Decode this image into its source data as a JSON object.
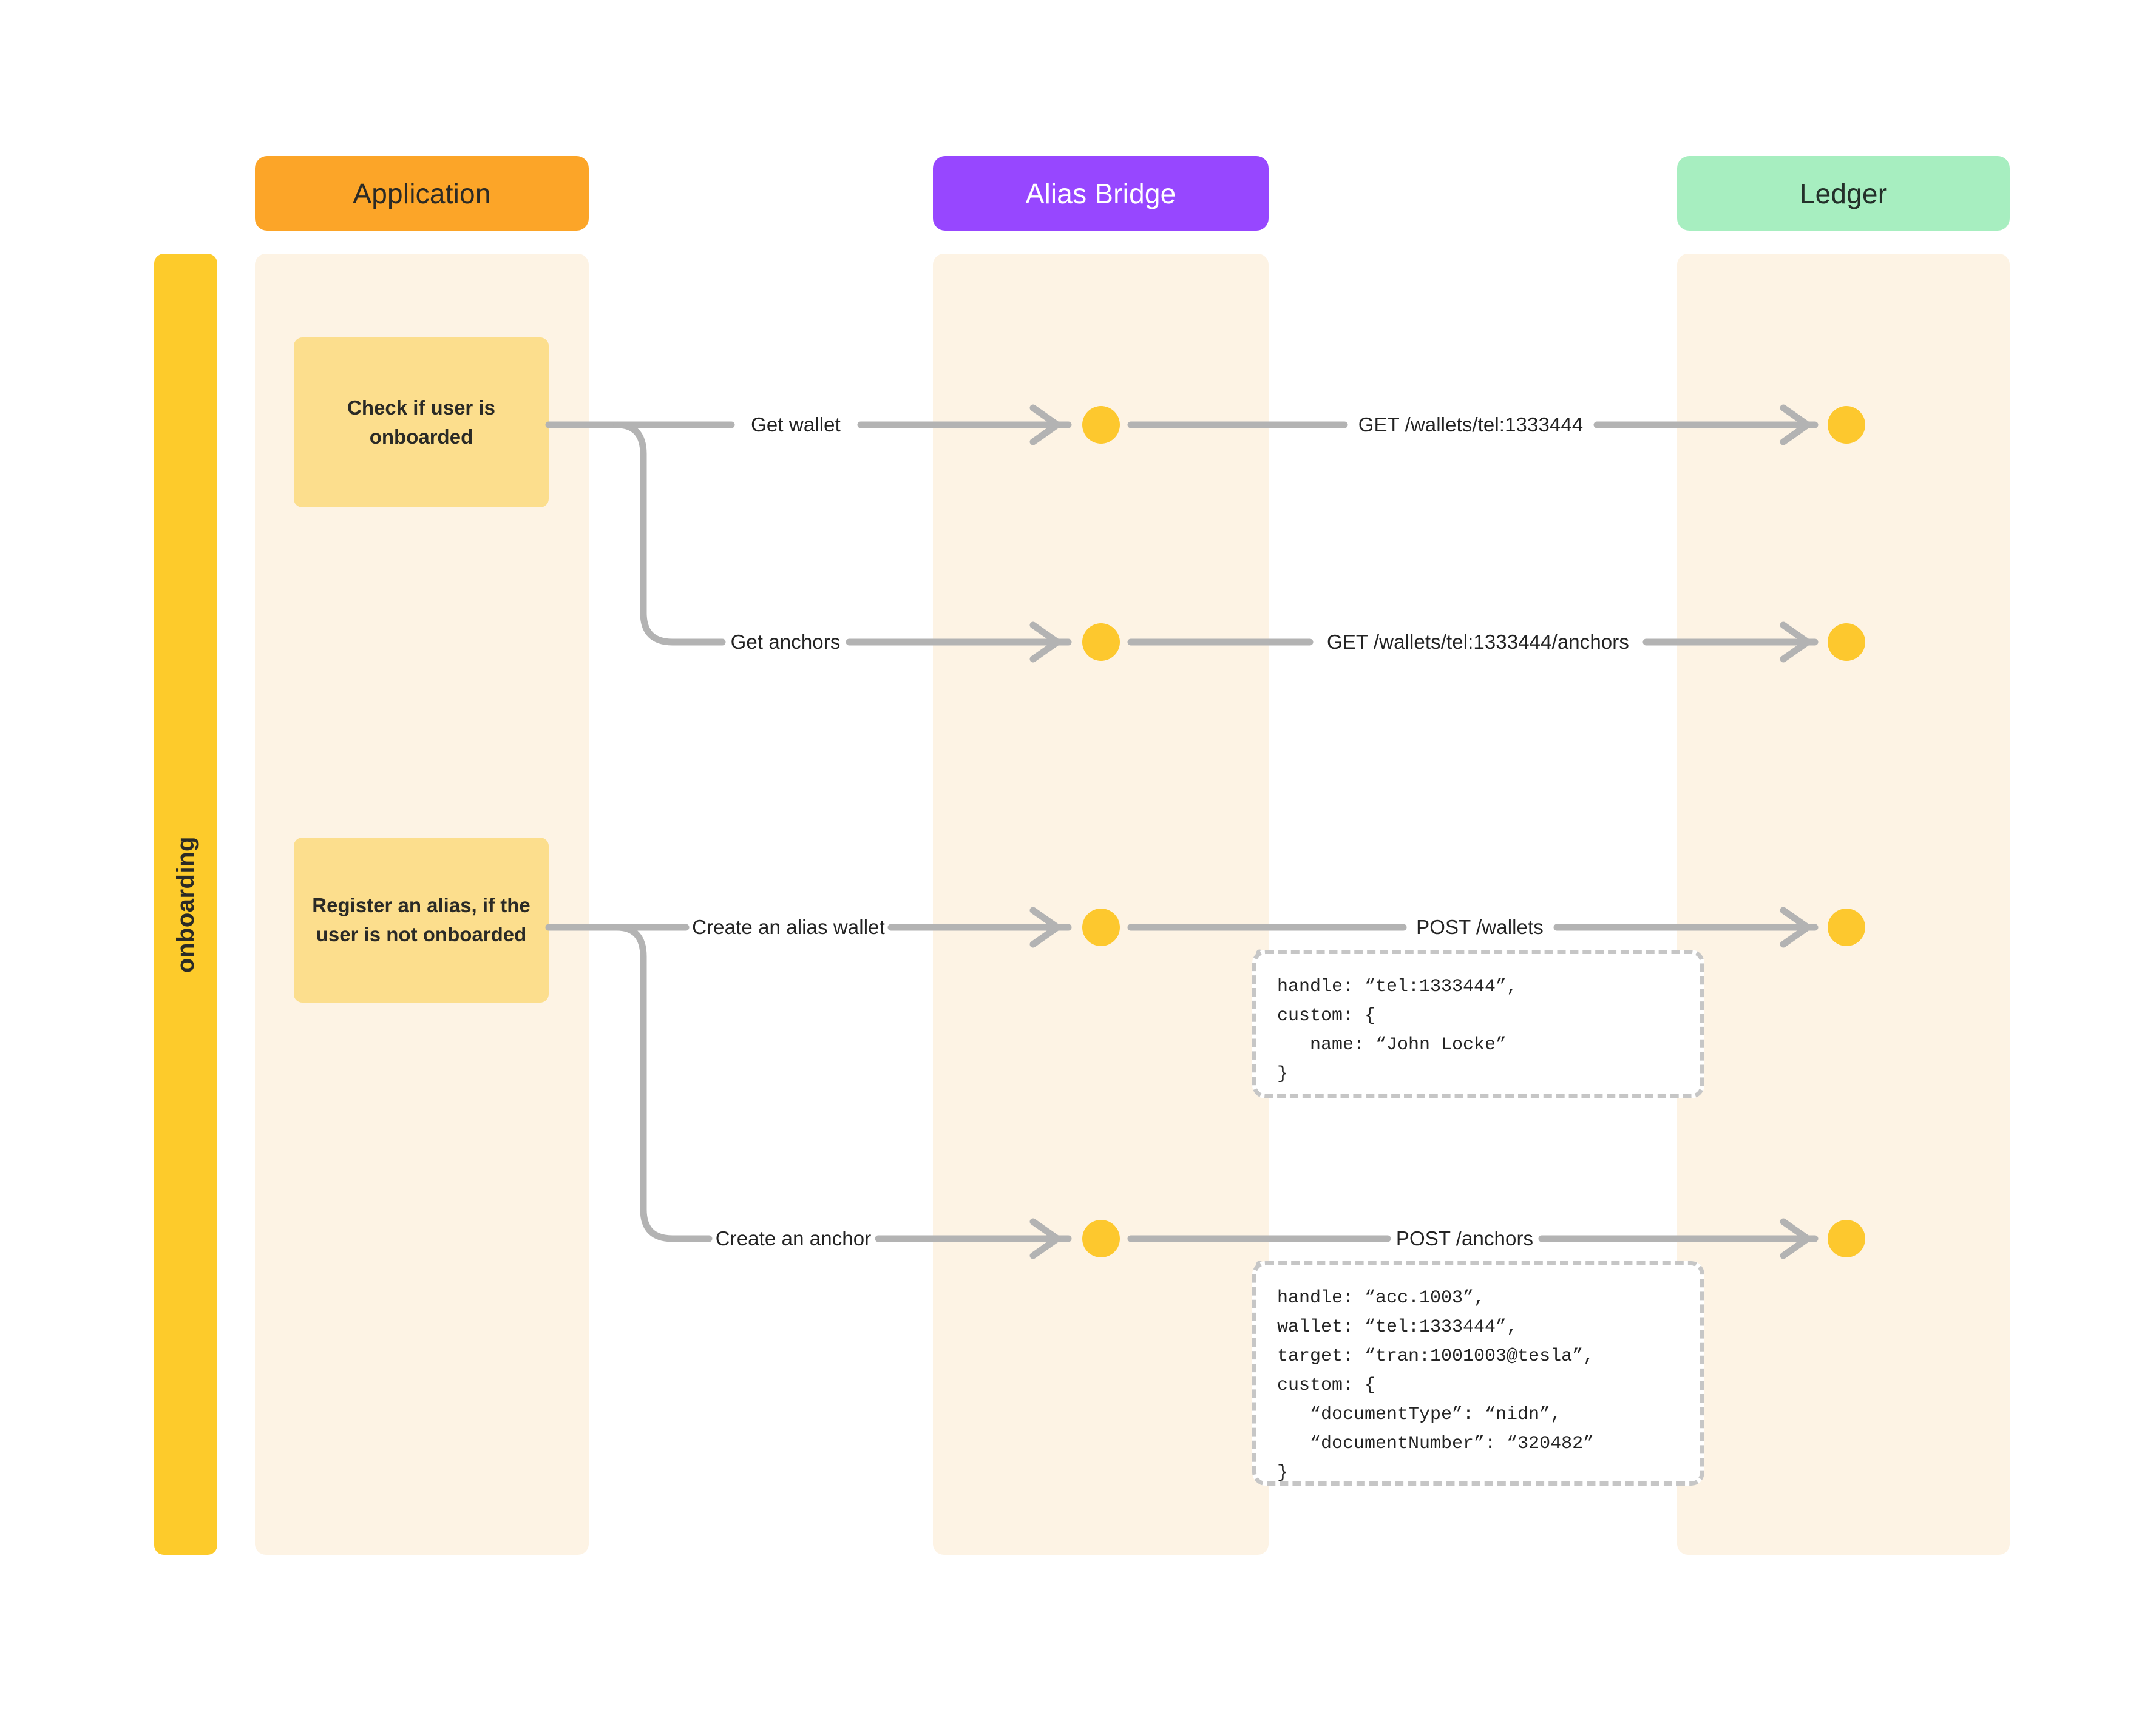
{
  "diagram": {
    "title": "onboarding",
    "type": "sequence-diagram",
    "background": "#ffffff"
  },
  "group": {
    "label": "onboarding",
    "color": "#FDCB2B"
  },
  "participants": [
    {
      "id": "application",
      "label": "Application",
      "color": "#FCA528",
      "text_color": "#2A2A26"
    },
    {
      "id": "alias-bridge",
      "label": "Alias Bridge",
      "color": "#9747FF",
      "text_color": "#FFFFFF"
    },
    {
      "id": "ledger",
      "label": "Ledger",
      "color": "#A7EEC0",
      "text_color": "#24302A"
    }
  ],
  "lifeline_band_color": "#FDF3E4",
  "notes": [
    {
      "id": "note-check",
      "text_line1": "Check if user is",
      "text_line2": "onboarded",
      "color": "#FCDE8D"
    },
    {
      "id": "note-register",
      "text_line1": "Register an alias, if the",
      "text_line2": "user is not onboarded",
      "color": "#FCDE8D"
    }
  ],
  "messages": [
    {
      "id": "msg-get-wallet",
      "from": "application",
      "to": "alias-bridge",
      "label": "Get wallet"
    },
    {
      "id": "msg-get-wallet-api",
      "from": "alias-bridge",
      "to": "ledger",
      "label": "GET /wallets/tel:1333444"
    },
    {
      "id": "msg-get-anchors",
      "from": "application",
      "to": "alias-bridge",
      "label": "Get anchors"
    },
    {
      "id": "msg-get-anchors-api",
      "from": "alias-bridge",
      "to": "ledger",
      "label": "GET /wallets/tel:1333444/anchors"
    },
    {
      "id": "msg-create-wallet",
      "from": "application",
      "to": "alias-bridge",
      "label": "Create an alias wallet"
    },
    {
      "id": "msg-create-wallet-api",
      "from": "alias-bridge",
      "to": "ledger",
      "label": "POST /wallets"
    },
    {
      "id": "msg-create-anchor",
      "from": "application",
      "to": "alias-bridge",
      "label": "Create an anchor"
    },
    {
      "id": "msg-create-anchor-api",
      "from": "alias-bridge",
      "to": "ledger",
      "label": "POST /anchors"
    }
  ],
  "payloads": [
    {
      "id": "payload-wallet",
      "attached_to": "msg-create-wallet-api",
      "code": "handle: “tel:1333444”,\ncustom: {\n   name: “John Locke”\n}"
    },
    {
      "id": "payload-anchor",
      "attached_to": "msg-create-anchor-api",
      "code": "handle: “acc.1003”,\nwallet: “tel:1333444”,\ntarget: “tran:1001003@tesla”,\ncustom: {\n   “documentType”: “nidn”,\n   “documentNumber”: “320482”\n}"
    }
  ],
  "colors": {
    "activation_dot": "#FDC82E",
    "connector_line": "#B3B3B3",
    "dashed_border": "#C6C6C6"
  }
}
